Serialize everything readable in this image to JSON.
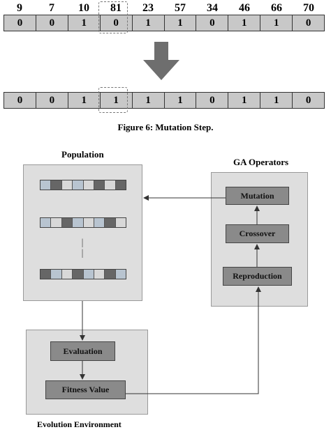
{
  "mutation": {
    "numbers": [
      "9",
      "7",
      "10",
      "81",
      "23",
      "57",
      "34",
      "46",
      "66",
      "70"
    ],
    "before_bits": [
      "0",
      "0",
      "1",
      "0",
      "1",
      "1",
      "0",
      "1",
      "1",
      "0"
    ],
    "after_bits": [
      "0",
      "0",
      "1",
      "1",
      "1",
      "1",
      "0",
      "1",
      "1",
      "0"
    ],
    "caption": "Figure 6: Mutation Step."
  },
  "population": {
    "title": "Population",
    "ellipsis": "|"
  },
  "ga_operators": {
    "title": "GA Operators",
    "mutation": "Mutation",
    "crossover": "Crossover",
    "reproduction": "Reproduction"
  },
  "evolution": {
    "title": "Evolution Environment",
    "evaluation": "Evaluation",
    "fitness": "Fitness Value"
  },
  "colors": {
    "panel": "#dedede",
    "box": "#8a8a8a",
    "bit": "#c8c8c8",
    "arrow": "#333333"
  }
}
